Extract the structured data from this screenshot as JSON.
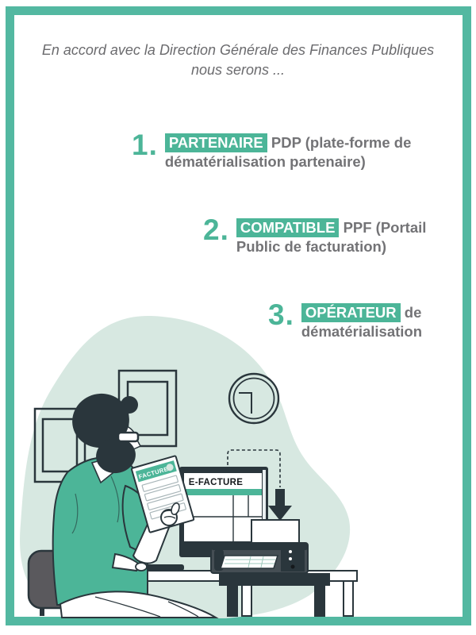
{
  "page": {
    "colors": {
      "accent_teal": "#4CB598",
      "border_teal": "#53B8A1",
      "blob_light_teal": "#D7E8E1",
      "outline_ink": "#2A363C",
      "text_gray": "#737376",
      "chair_gray": "#5A595D"
    }
  },
  "intro": {
    "lines": [
      "En accord avec la Direction Générale des Finances Publiques",
      "nous serons ..."
    ]
  },
  "items": [
    {
      "number": "1.",
      "highlight": "PARTENAIRE",
      "rest": "PDP (plate-forme de dématérialisation partenaire)"
    },
    {
      "number": "2.",
      "highlight": "COMPATIBLE",
      "rest": "PPF (Portail Public de facturation)"
    },
    {
      "number": "3.",
      "highlight": "OPÉRATEUR",
      "rest": "de dématérialisation"
    }
  ],
  "illustration": {
    "monitor_label": "E-FACTURE",
    "paper_label": "FACTURE"
  }
}
